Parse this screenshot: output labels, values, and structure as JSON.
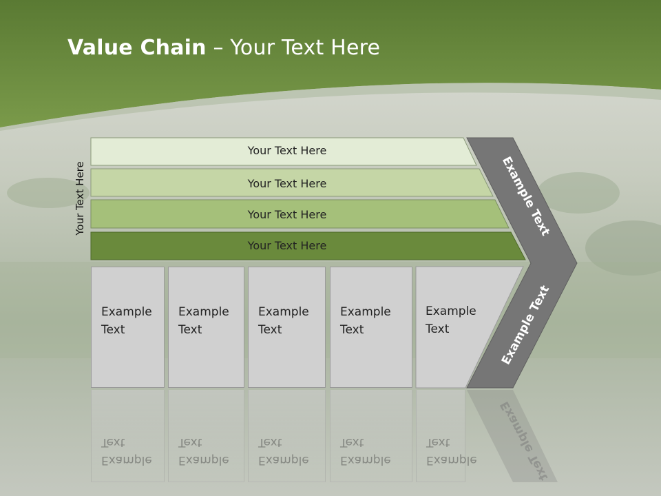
{
  "title": {
    "bold": "Value Chain",
    "rest": " – Your Text Here"
  },
  "side_label": "Your Text Here",
  "bars": [
    {
      "label": "Your Text Here",
      "color": "#e3ecd6"
    },
    {
      "label": "Your Text Here",
      "color": "#c5d6a6"
    },
    {
      "label": "Your Text Here",
      "color": "#a5c07a"
    },
    {
      "label": "Your Text Here",
      "color": "#6a8a3c"
    }
  ],
  "cards": [
    {
      "line1": "Example",
      "line2": "Text"
    },
    {
      "line1": "Example",
      "line2": "Text"
    },
    {
      "line1": "Example",
      "line2": "Text"
    },
    {
      "line1": "Example",
      "line2": "Text"
    },
    {
      "line1": "Example",
      "line2": "Text"
    }
  ],
  "chevron": {
    "upper_label": "Example Text",
    "lower_label": "Example Text",
    "color": "#767676"
  },
  "colors": {
    "header_green": "#6b8c3f",
    "card_fill": "#d0d0d0"
  }
}
